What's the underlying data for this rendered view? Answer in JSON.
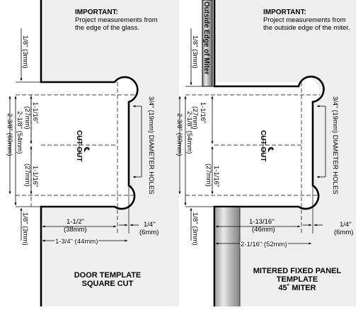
{
  "left_template": {
    "note_title": "IMPORTANT:",
    "note_line1": "Project measurements from",
    "note_line2": "the edge of the glass.",
    "dim_top": "1/8\" (3mm)",
    "dim_bottom": "1/8\" (3mm)",
    "dim_total": "2-3/8\" (60mm)",
    "dim_middle": "2-1/8\" (54mm)",
    "dim_upper_half": "1-1/16\"",
    "dim_upper_half_mm": "(27mm)",
    "dim_lower_half": "1-1/16\"",
    "dim_lower_half_mm": "(27mm)",
    "cutout_label": "CUT OUT",
    "centerline": "℄",
    "hole_label": "3/4\" (19mm) DIAMETER HOLES",
    "dim_inner_width": "1-1/2\"",
    "dim_inner_width_mm": "(38mm)",
    "dim_outer_width": "1-3/4\" (44mm)",
    "dim_right": "1/4\"",
    "dim_right_mm": "(6mm)",
    "title_line1": "DOOR TEMPLATE",
    "title_line2": "SQUARE CUT"
  },
  "right_template": {
    "edge_label": "Outside Edge of Miter",
    "note_title": "IMPORTANT:",
    "note_line1": "Project measurements from",
    "note_line2": "the outside edge of the miter.",
    "dim_top": "1/8\" (3mm)",
    "dim_bottom": "1/8\" (3mm)",
    "dim_total": "2-3/8\" (60mm)",
    "dim_middle": "2-1/8\" (54mm)",
    "dim_upper_half": "1-1/16\"",
    "dim_upper_half_mm": "(27mm)",
    "dim_lower_half": "1-1/16\"",
    "dim_lower_half_mm": "(27mm)",
    "cutout_label": "CUT OUT",
    "centerline": "℄",
    "hole_label": "3/4\" (19mm) DIAMETER HOLES",
    "dim_inner_width": "1-13/16\"",
    "dim_inner_width_mm": "(46mm)",
    "dim_outer_width": "2-1/16\" (52mm)",
    "dim_right": "1/4\"",
    "dim_right_mm": "(6mm)",
    "title_line1": "MITERED FIXED PANEL",
    "title_line2": "TEMPLATE",
    "title_line3": "45˚ MITER"
  }
}
